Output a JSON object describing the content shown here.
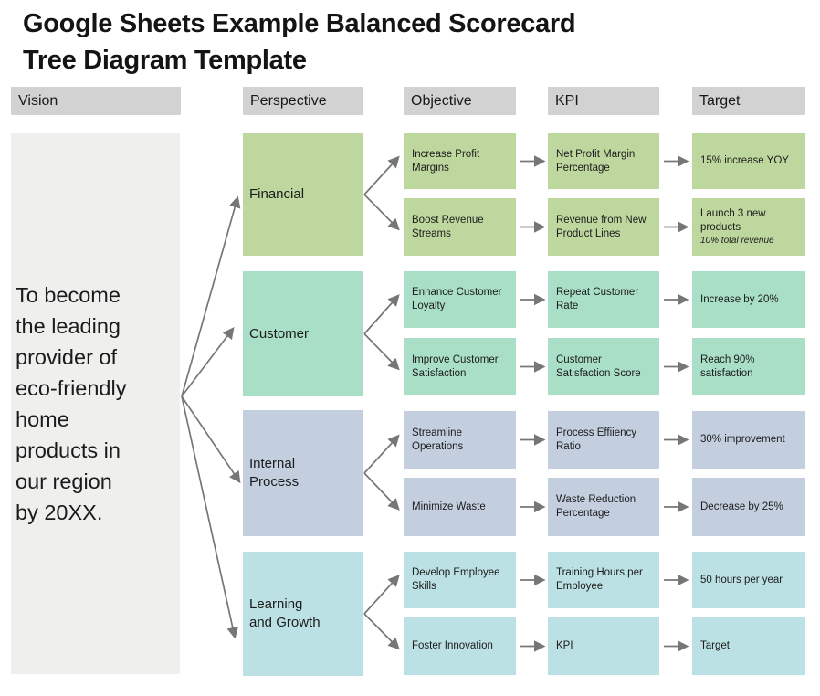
{
  "title": {
    "line1": "Google Sheets Example Balanced Scorecard",
    "line2": "Tree Diagram Template"
  },
  "columns": {
    "vision": "Vision",
    "perspective": "Perspective",
    "objective": "Objective",
    "kpi": "KPI",
    "target": "Target"
  },
  "vision": {
    "text": "To become the leading provider of eco-friendly home products in our region by 20XX.",
    "lines": [
      "To become",
      "the leading",
      "provider of",
      "eco-friendly",
      "home",
      "products in",
      "our region",
      "by 20XX."
    ]
  },
  "perspectives": [
    {
      "label": "Financial",
      "label_lines": [
        "Financial"
      ],
      "color": "#bdd79e",
      "rows": [
        {
          "objective": "Increase Profit Margins",
          "kpi": "Net Profit Margin Percentage",
          "target": "15% increase YOY",
          "target_note": ""
        },
        {
          "objective": "Boost Revenue Streams",
          "kpi": "Revenue from New Product Lines",
          "target": "Launch 3 new products",
          "target_note": "10% total revenue"
        }
      ]
    },
    {
      "label": "Customer",
      "label_lines": [
        "Customer"
      ],
      "color": "#a9dfc7",
      "rows": [
        {
          "objective": "Enhance Customer Loyalty",
          "kpi": "Repeat Customer Rate",
          "target": "Increase by 20%",
          "target_note": ""
        },
        {
          "objective": "Improve Customer Satisfaction",
          "kpi": "Customer Satisfaction Score",
          "target": "Reach 90% satisfaction",
          "target_note": ""
        }
      ]
    },
    {
      "label": "Internal Process",
      "label_lines": [
        "Internal",
        "Process"
      ],
      "color": "#c3cedf",
      "rows": [
        {
          "objective": "Streamline Operations",
          "kpi": "Process Effiiency Ratio",
          "target": "30% improvement",
          "target_note": ""
        },
        {
          "objective": "Minimize Waste",
          "kpi": "Waste Reduction Percentage",
          "target": "Decrease by 25%",
          "target_note": ""
        }
      ]
    },
    {
      "label": "Learning and Growth",
      "label_lines": [
        "Learning",
        "and Growth"
      ],
      "color": "#bce1e4",
      "rows": [
        {
          "objective": "Develop Employee Skills",
          "kpi": "Training Hours per Employee",
          "target": "50 hours per year",
          "target_note": ""
        },
        {
          "objective": "Foster Innovation",
          "kpi": "KPI",
          "target": "Target",
          "target_note": ""
        }
      ]
    }
  ],
  "colors": {
    "header_bg": "#d2d2d2",
    "vision_bg": "#eff0ee",
    "arrow": "#767676",
    "text": "#1c1c1c"
  }
}
